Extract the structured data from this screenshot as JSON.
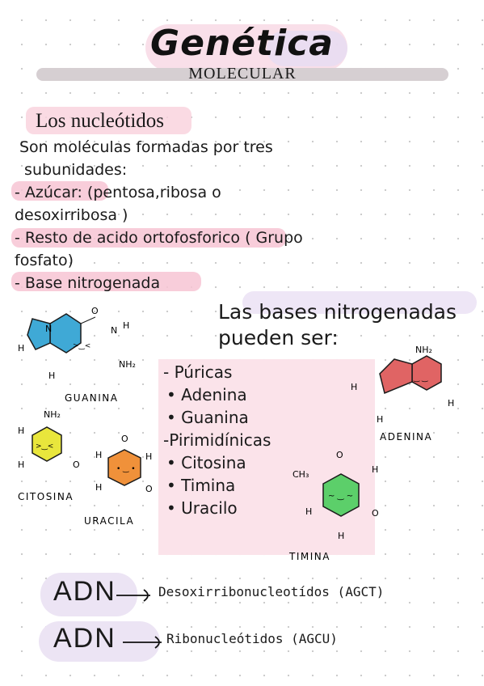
{
  "title": "Genética",
  "subtitle": "MOLECULAR",
  "nucleotidos": {
    "heading": "Los nucleótidos",
    "intro": "Son moléculas formadas por tres\n subunidades:",
    "items": [
      "- Azúcar: (pentosa,ribosa o\ndesoxirribosa )",
      "- Resto de acido ortofosforico ( Grupo\nfosfato)",
      "- Base nitrogenada"
    ]
  },
  "bases": {
    "title": "Las bases nitrogenadas\npueden ser:",
    "list": [
      "- Púricas",
      " • Adenina",
      " • Guanina",
      "-Pirimidínicas",
      " • Citosina",
      " • Timina",
      " • Uracilo"
    ]
  },
  "molecules": {
    "guanina": {
      "label": "GUANINA",
      "color": "#3fa9d6"
    },
    "adenina": {
      "label": "ADENINA",
      "color": "#e06464"
    },
    "citosina": {
      "label": "CITOSINA",
      "color": "#e9e63c"
    },
    "uracila": {
      "label": "URACILA",
      "color": "#f0913a"
    },
    "timina": {
      "label": "TIMINA",
      "color": "#5ccf6a"
    }
  },
  "atoms": {
    "N": "N",
    "H": "H",
    "O": "O",
    "NH2": "NH₂",
    "CH3": "CH₃"
  },
  "adn": [
    {
      "acronym": "ADN",
      "description": "Desoxirribonucleotídos (AGCT)"
    },
    {
      "acronym": "ADN",
      "description": "Ribonucleótidos (AGCU)"
    }
  ]
}
